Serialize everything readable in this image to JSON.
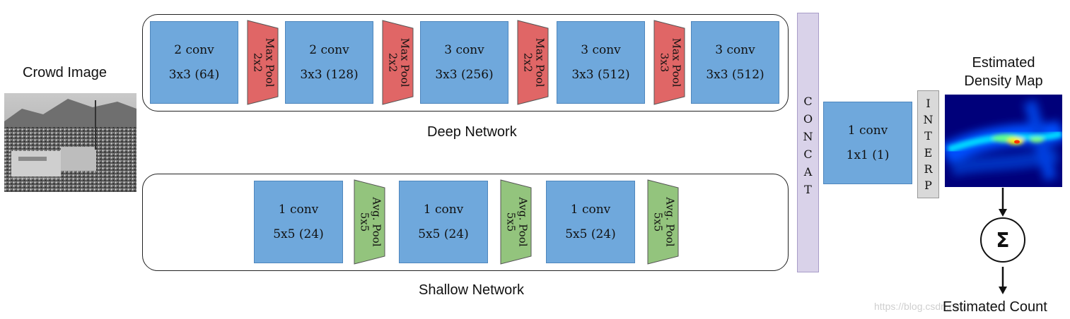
{
  "crowd_image_label": "Crowd Image",
  "deep": {
    "label": "Deep Network",
    "layers": [
      {
        "kind": "conv",
        "line1": "2 conv",
        "line2": "3x3 (64)"
      },
      {
        "kind": "pool",
        "line1": "Max Pool",
        "line2": "2x2"
      },
      {
        "kind": "conv",
        "line1": "2 conv",
        "line2": "3x3 (128)"
      },
      {
        "kind": "pool",
        "line1": "Max Pool",
        "line2": "2x2"
      },
      {
        "kind": "conv",
        "line1": "3 conv",
        "line2": "3x3 (256)"
      },
      {
        "kind": "pool",
        "line1": "Max Pool",
        "line2": "2x2"
      },
      {
        "kind": "conv",
        "line1": "3 conv",
        "line2": "3x3 (512)"
      },
      {
        "kind": "pool",
        "line1": "Max Pool",
        "line2": "3x3"
      },
      {
        "kind": "conv",
        "line1": "3 conv",
        "line2": "3x3 (512)"
      }
    ]
  },
  "shallow": {
    "label": "Shallow Network",
    "layers": [
      {
        "kind": "conv",
        "line1": "1 conv",
        "line2": "5x5 (24)"
      },
      {
        "kind": "pool",
        "line1": "Avg. Pool",
        "line2": "5x5"
      },
      {
        "kind": "conv",
        "line1": "1 conv",
        "line2": "5x5 (24)"
      },
      {
        "kind": "pool",
        "line1": "Avg. Pool",
        "line2": "5x5"
      },
      {
        "kind": "conv",
        "line1": "1 conv",
        "line2": "5x5 (24)"
      },
      {
        "kind": "pool",
        "line1": "Avg. Pool",
        "line2": "5x5"
      }
    ]
  },
  "concat_letters": [
    "C",
    "O",
    "N",
    "C",
    "A",
    "T"
  ],
  "final_conv": {
    "line1": "1 conv",
    "line2": "1x1 (1)"
  },
  "interp_letters": [
    "I",
    "N",
    "T",
    "E",
    "R",
    "P"
  ],
  "density_map_label": [
    "Estimated",
    "Density Map"
  ],
  "sum_symbol": "Σ",
  "estimated_count_label": "Estimated Count",
  "watermark": "https://blog.csdn.net/...",
  "colors": {
    "conv": "#6fa8dc",
    "max_pool": "#e06666",
    "avg_pool": "#93c47d",
    "concat": "#d9d2e9",
    "interp": "#d9d9d9"
  }
}
